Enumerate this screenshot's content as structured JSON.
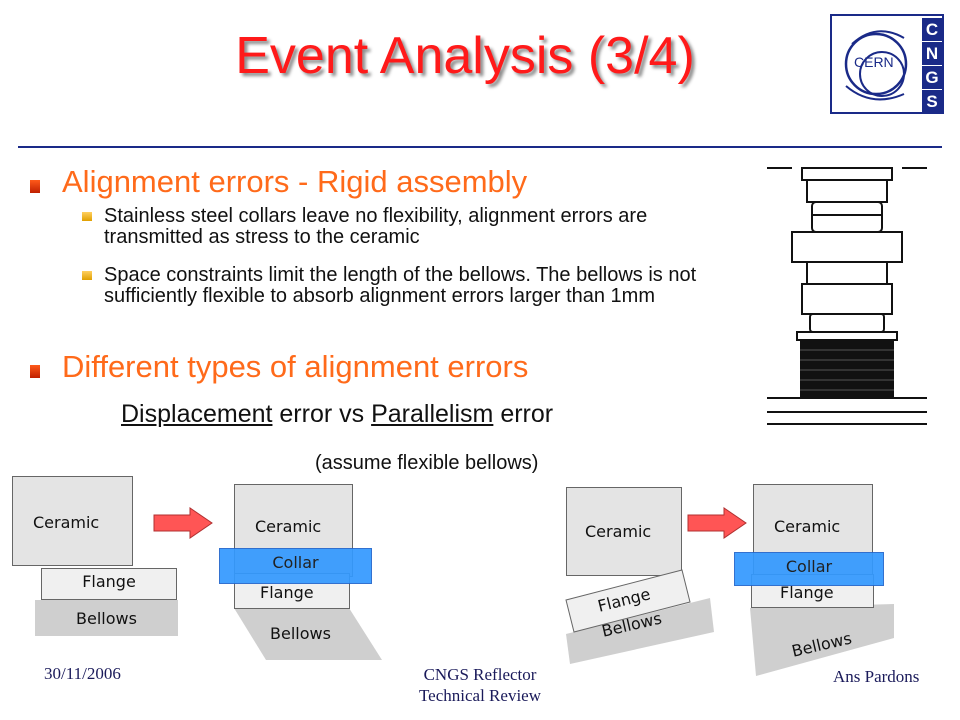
{
  "slide": {
    "title": "Event Analysis (3/4)",
    "logo": {
      "left_text": "CERN",
      "right_letters": [
        "C",
        "N",
        "G",
        "S"
      ]
    },
    "bullets": [
      {
        "text": "Alignment errors - Rigid assembly",
        "sub": [
          "Stainless steel collars leave no flexibility, alignment errors are transmitted as stress to the ceramic",
          "Space constraints limit the length of the bellows. The bellows is not sufficiently flexible to absorb alignment errors larger than 1mm"
        ]
      },
      {
        "text": "Different types of alignment errors",
        "sub": []
      }
    ],
    "comparison": {
      "displacement": "Displacement",
      "mid1": "error vs",
      "parallelism": "Parallelism",
      "mid2": "error"
    },
    "assumption": "(assume flexible bellows)",
    "diagram_labels": {
      "ceramic": "Ceramic",
      "flange": "Flange",
      "bellows": "Bellows",
      "collar": "Collar"
    },
    "footer": {
      "date": "30/11/2006",
      "center_line1": "CNGS Reflector",
      "center_line2": "Technical Review",
      "author": "Ans Pardons"
    },
    "colors": {
      "title": "#ff1a1a",
      "bullet_text": "#ff6a1a",
      "collar": "#3399ff",
      "arrow": "#ff5555",
      "rule": "#1a2a88"
    }
  }
}
